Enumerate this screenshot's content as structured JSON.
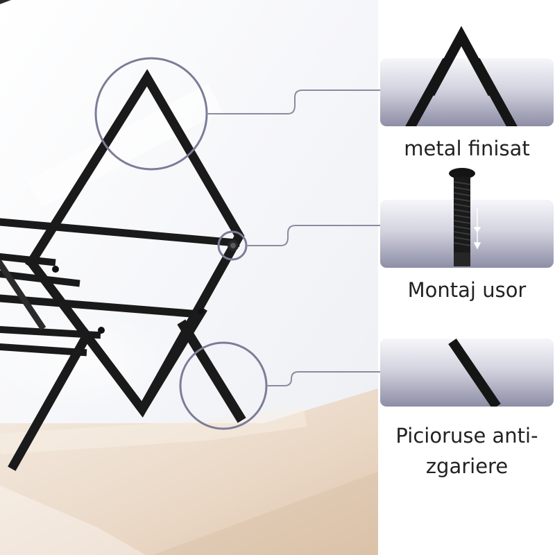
{
  "features": [
    {
      "label": "metal finisat",
      "icon": "apex-detail-icon"
    },
    {
      "label": "Montaj usor",
      "icon": "screw-icon"
    },
    {
      "label": "Picioruse anti-",
      "label_line2": "zgariere",
      "icon": "foot-detail-icon"
    }
  ],
  "colors": {
    "frame": "#1a1a1a",
    "callout_ring": "#7c7c98",
    "callout_line": "#8a8aa2",
    "panel_top": "#f6f6fa",
    "panel_bottom": "#8d8da6",
    "tabletop": "#ecdccc",
    "text": "#222222"
  }
}
